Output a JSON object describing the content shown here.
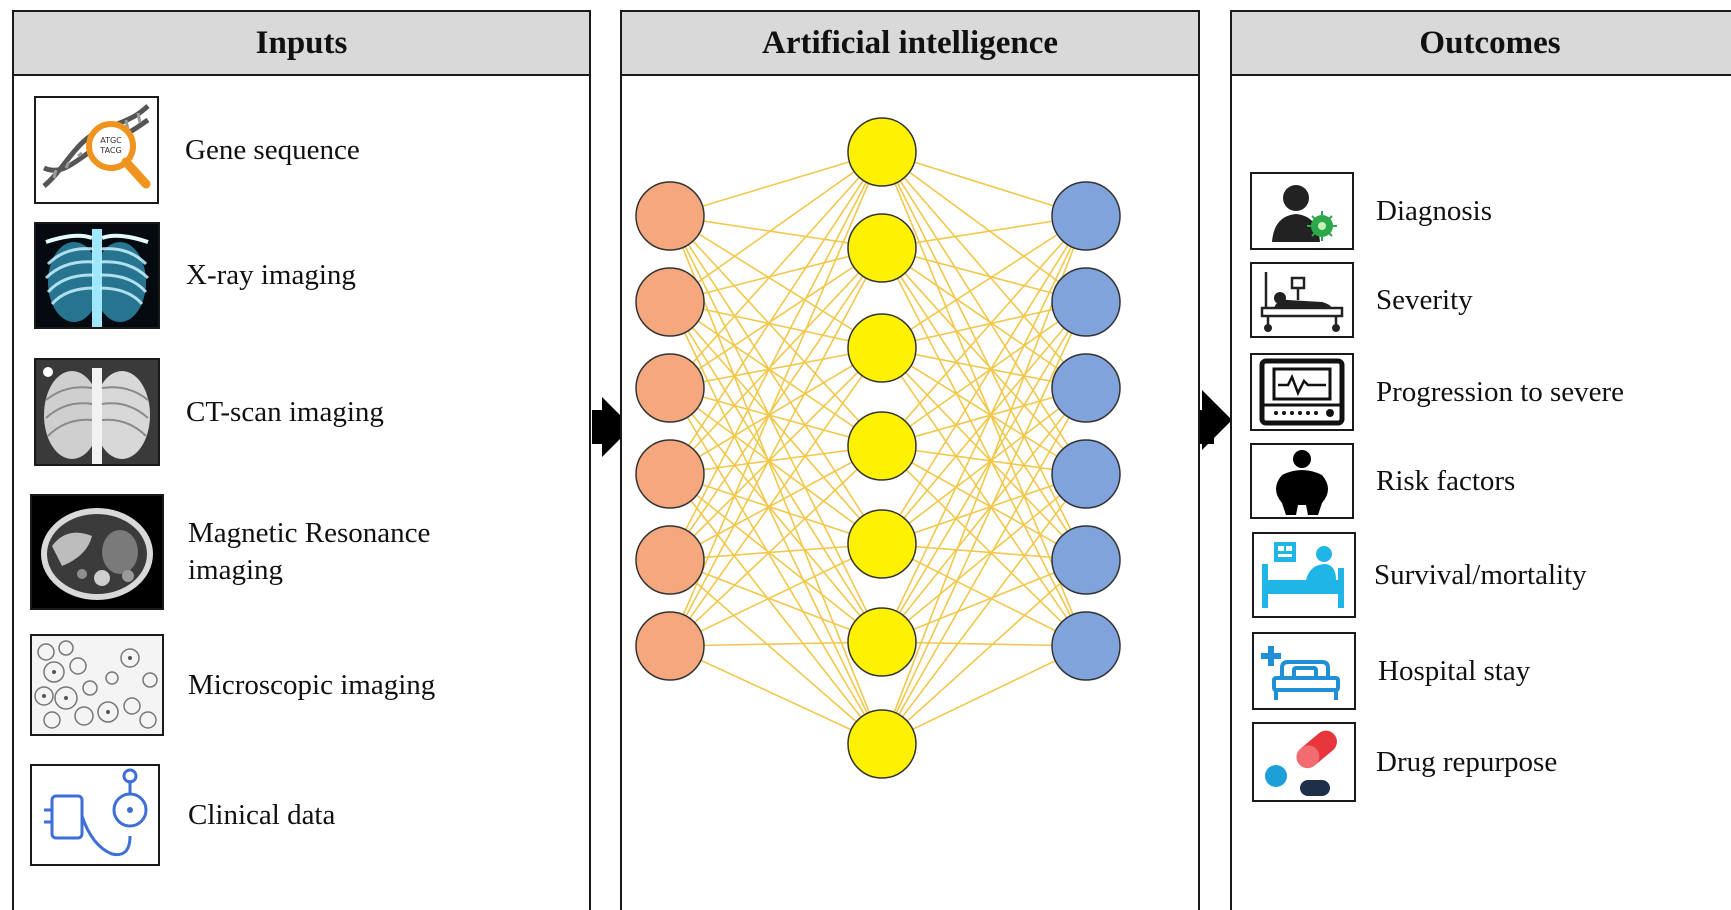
{
  "panels": {
    "inputs": {
      "title": "Inputs"
    },
    "ai": {
      "title": "Artificial intelligence"
    },
    "outcomes": {
      "title": "Outcomes"
    }
  },
  "inputs": [
    {
      "label": "Gene sequence",
      "icon": "dna-magnifier-icon",
      "lens_text_1": "ATGC",
      "lens_text_2": "TACG"
    },
    {
      "label": "X-ray imaging",
      "icon": "chest-xray-image"
    },
    {
      "label": "CT-scan imaging",
      "icon": "ct-scan-image"
    },
    {
      "label": "Magnetic Resonance imaging",
      "label_line1": "Magnetic Resonance",
      "label_line2": "imaging",
      "icon": "mri-image"
    },
    {
      "label": "Microscopic imaging",
      "icon": "microscopy-image"
    },
    {
      "label": "Clinical data",
      "icon": "blood-pressure-monitor-icon"
    }
  ],
  "outcomes": [
    {
      "label": "Diagnosis",
      "icon": "patient-virus-icon"
    },
    {
      "label": "Severity",
      "icon": "hospital-bed-icon"
    },
    {
      "label": "Progression to severe",
      "icon": "ecg-monitor-icon"
    },
    {
      "label": "Risk factors",
      "icon": "obese-person-icon"
    },
    {
      "label": "Survival/mortality",
      "icon": "patient-in-bed-icon"
    },
    {
      "label": "Hospital stay",
      "icon": "hospital-cross-bed-icon"
    },
    {
      "label": "Drug repurpose",
      "icon": "pill-capsule-icon"
    }
  ],
  "network": {
    "layers": [
      6,
      7,
      6
    ],
    "colors": {
      "input": "#f5a77e",
      "hidden": "#fff200",
      "output": "#7fa3da",
      "edge": "#f2c84b",
      "node_stroke": "#333333"
    }
  },
  "colors": {
    "header_bg": "#d9d9d9",
    "border": "#1a1a1a",
    "icon_blue": "#1fb5e6"
  }
}
